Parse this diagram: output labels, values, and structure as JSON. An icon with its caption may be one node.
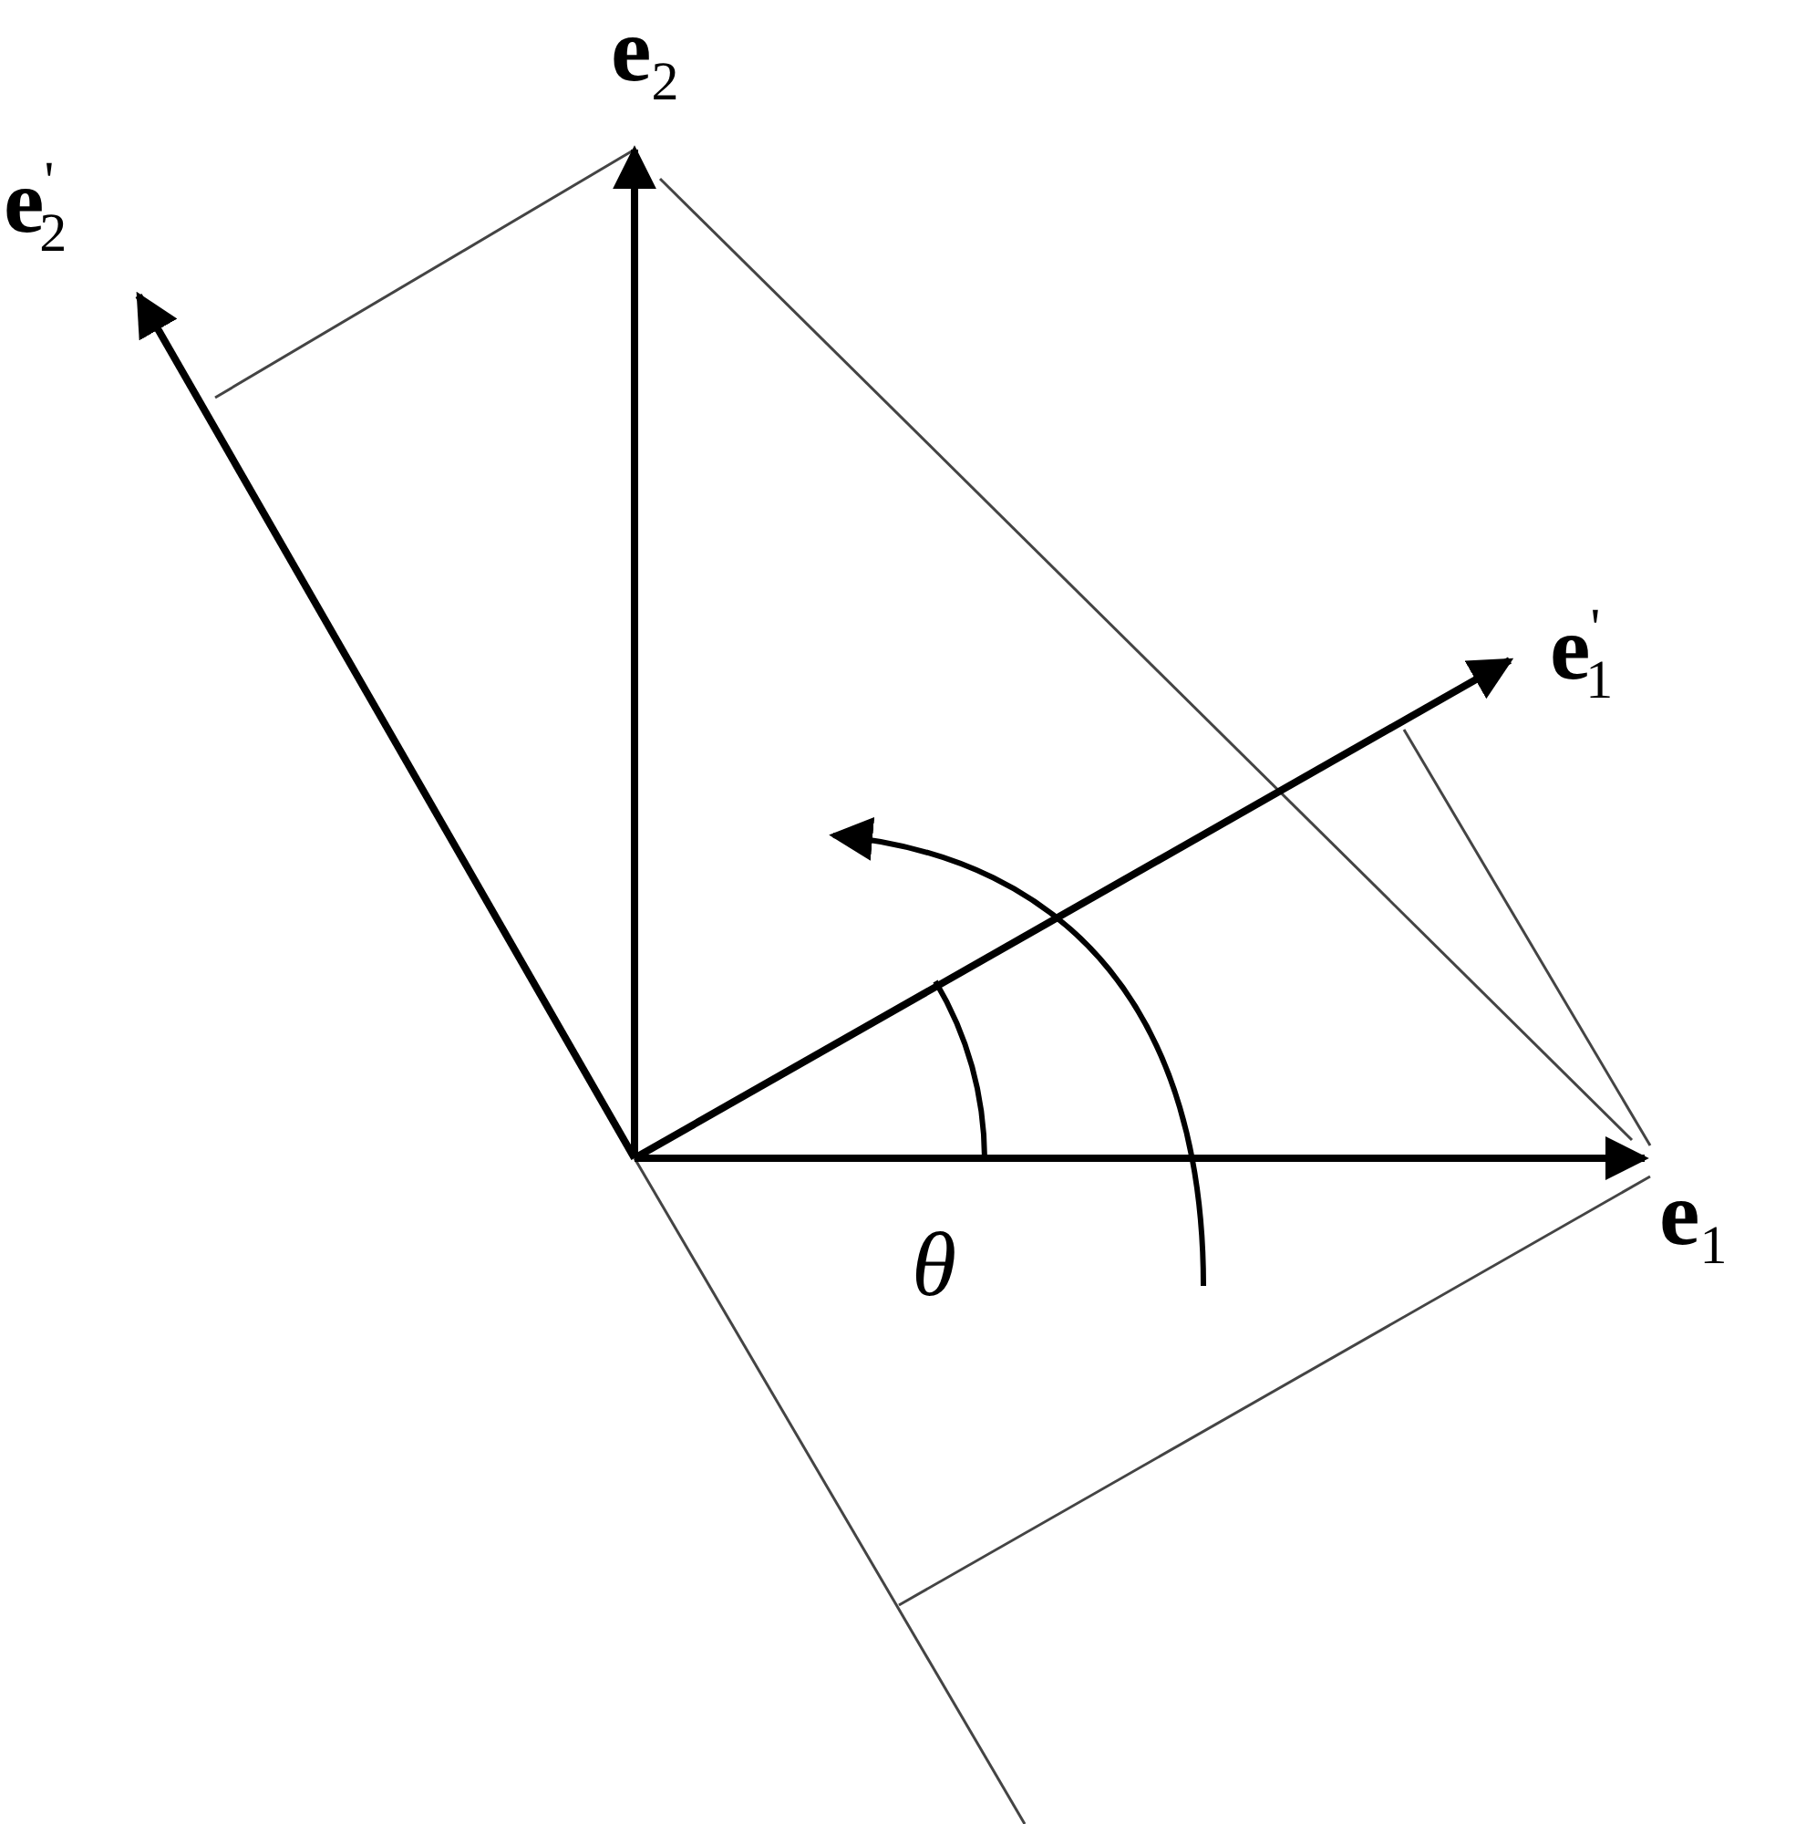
{
  "diagram": {
    "labels": [
      "**e**$_{2}$",
      "**e**$^{'}$$_{2}$",
      "**e**$^{'}$$_{1}$",
      "**e**$_{1}$",
      "θ"
    ]
  }
}
